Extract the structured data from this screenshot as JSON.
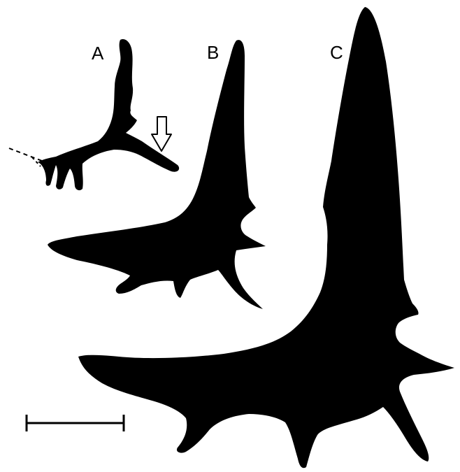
{
  "figure": {
    "panels": [
      {
        "label": "A"
      },
      {
        "label": "B"
      },
      {
        "label": "C"
      }
    ],
    "colors": {
      "background": "#ffffff",
      "silhouette": "#000000"
    },
    "annotations": {
      "arrow_icon": "down-arrow-icon",
      "dashed_line": "dashed-extension-line",
      "scale_bar": "scale-bar"
    }
  }
}
